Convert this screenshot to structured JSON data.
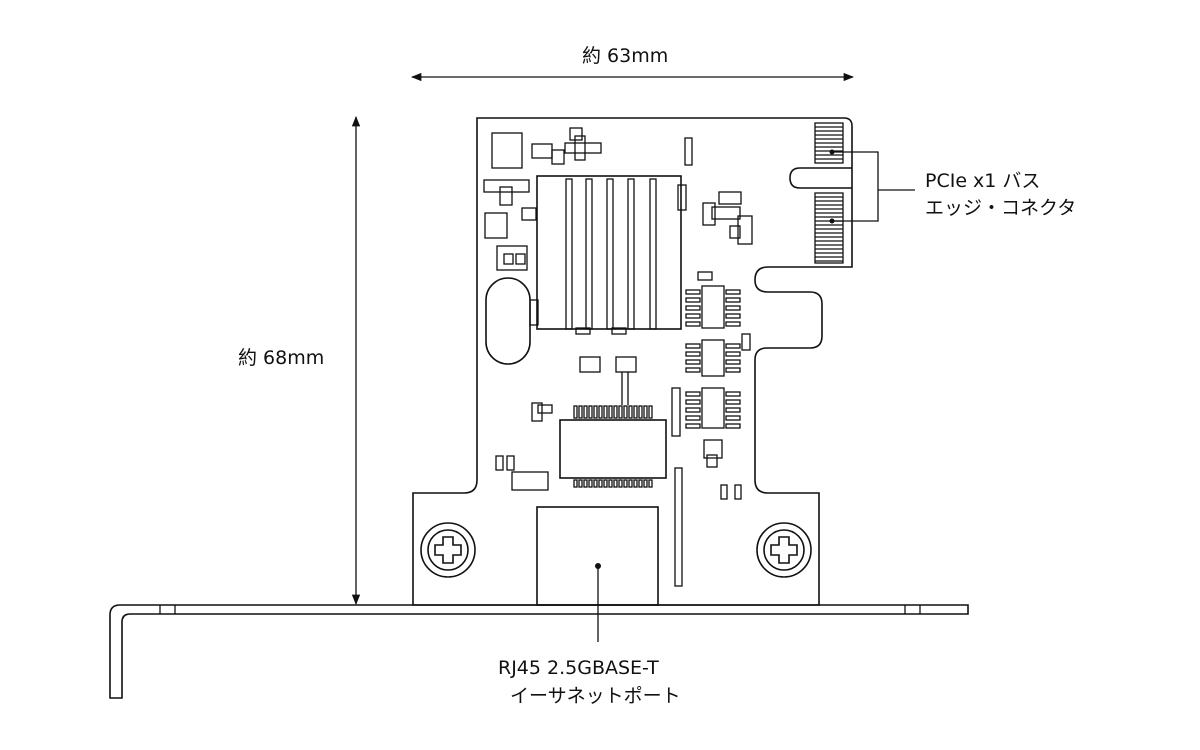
{
  "labels": {
    "width_dimension": "約 63mm",
    "height_dimension": "約 68mm",
    "pcie_connector_line1": "PCIe x1 バス",
    "pcie_connector_line2": "エッジ・コネクタ",
    "rj45_line1": "RJ45 2.5GBASE-T",
    "rj45_line2": "イーサネットポート"
  }
}
